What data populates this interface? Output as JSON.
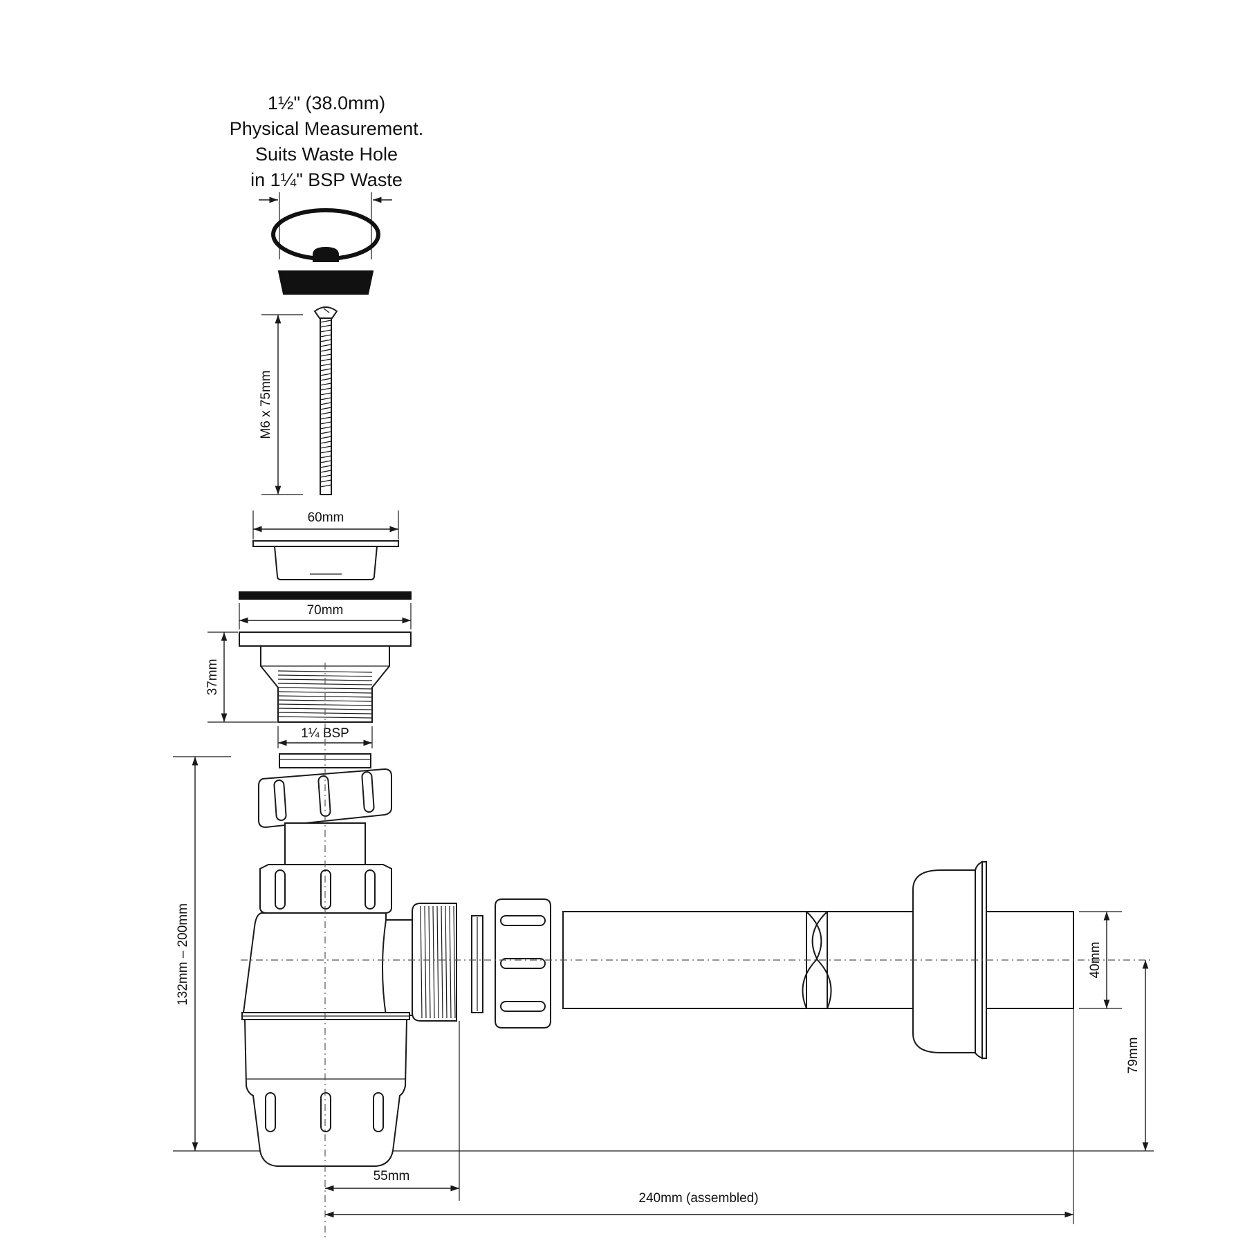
{
  "title_lines": [
    "1½\" (38.0mm)",
    "Physical Measurement.",
    "Suits Waste Hole",
    "in 1¼\" BSP Waste"
  ],
  "dimensions": {
    "bolt": "M6 x 75mm",
    "grate_width": "60mm",
    "flange_width": "70mm",
    "body_height": "37mm",
    "thread": "1¼ BSP",
    "trap_height": "132mm – 200mm",
    "pipe_diameter": "40mm",
    "outlet_height": "79mm",
    "outlet_offset": "55mm",
    "assembled_length": "240mm (assembled)"
  }
}
